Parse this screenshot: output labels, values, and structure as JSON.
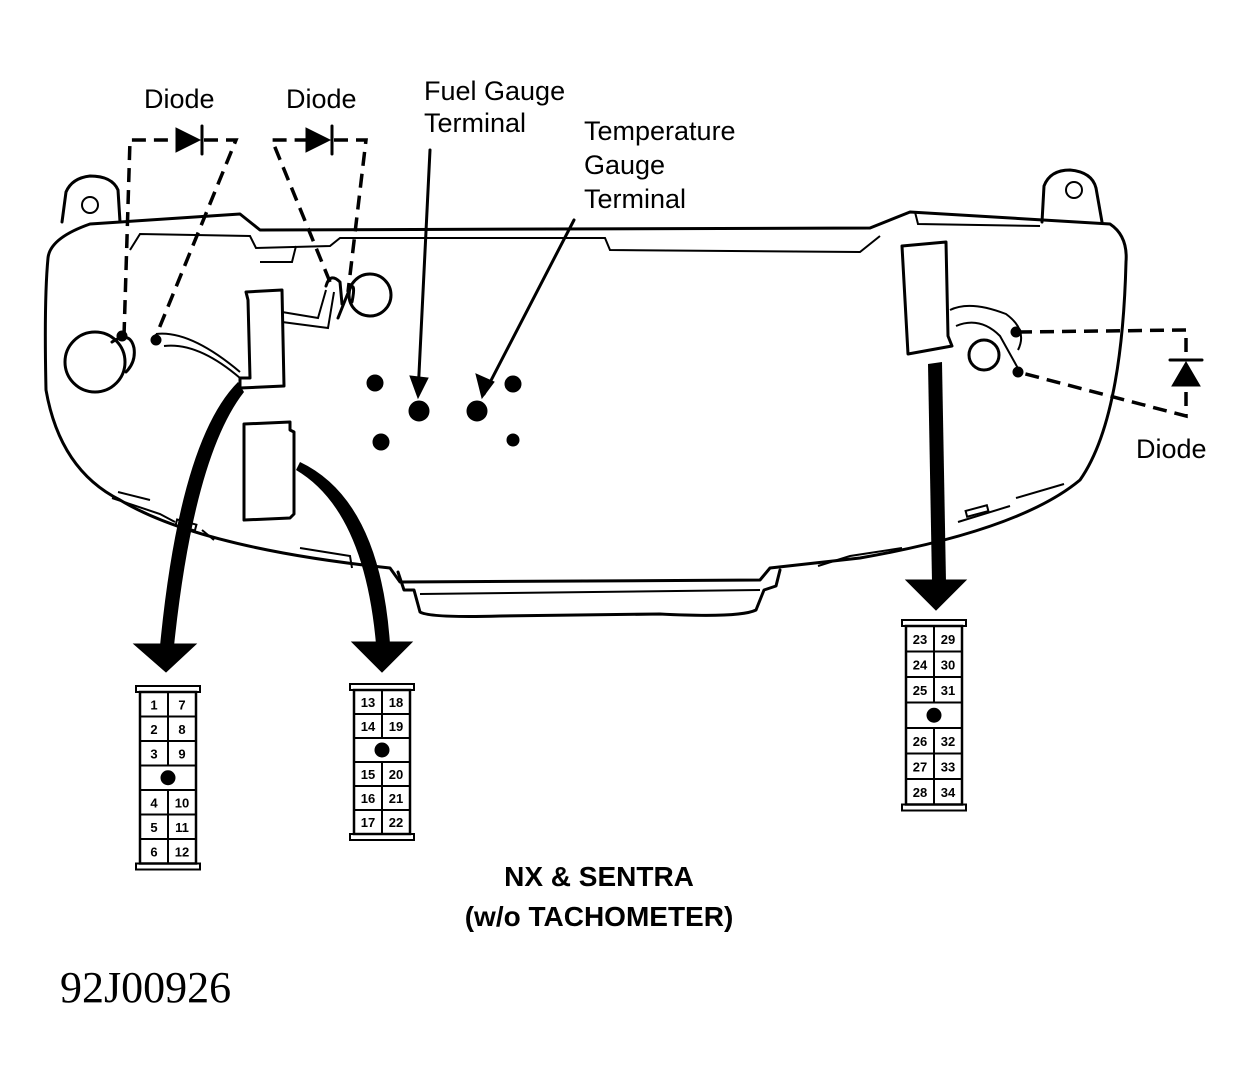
{
  "callouts": {
    "diode_1": "Diode",
    "diode_2": "Diode",
    "diode_3": "Diode",
    "fuel_gauge_terminal": [
      "Fuel Gauge",
      "Terminal"
    ],
    "temperature_gauge_terminal": [
      "Temperature",
      "Gauge",
      "Terminal"
    ]
  },
  "title": [
    "NX & SENTRA",
    "(w/o TACHOMETER)"
  ],
  "figure_id": "92J00926",
  "connectors": [
    {
      "name": "left",
      "rows_top": [
        [
          "1",
          "7"
        ],
        [
          "2",
          "8"
        ],
        [
          "3",
          "9"
        ]
      ],
      "rows_bottom": [
        [
          "4",
          "10"
        ],
        [
          "5",
          "11"
        ],
        [
          "6",
          "12"
        ]
      ]
    },
    {
      "name": "middle",
      "rows_top": [
        [
          "13",
          "18"
        ],
        [
          "14",
          "19"
        ]
      ],
      "rows_bottom": [
        [
          "15",
          "20"
        ],
        [
          "16",
          "21"
        ],
        [
          "17",
          "22"
        ]
      ]
    },
    {
      "name": "right",
      "rows_top": [
        [
          "23",
          "29"
        ],
        [
          "24",
          "30"
        ],
        [
          "25",
          "31"
        ]
      ],
      "rows_bottom": [
        [
          "26",
          "32"
        ],
        [
          "27",
          "33"
        ],
        [
          "28",
          "34"
        ]
      ]
    }
  ]
}
